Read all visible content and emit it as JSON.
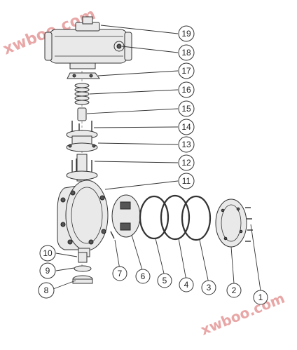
{
  "watermark": {
    "top": "xwboo.com",
    "bottom": "xwboo.com",
    "color": "#e8a6a6"
  },
  "callouts": [
    "1",
    "2",
    "3",
    "4",
    "5",
    "6",
    "7",
    "8",
    "9",
    "10",
    "11",
    "12",
    "13",
    "14",
    "15",
    "16",
    "17",
    "18",
    "19"
  ]
}
